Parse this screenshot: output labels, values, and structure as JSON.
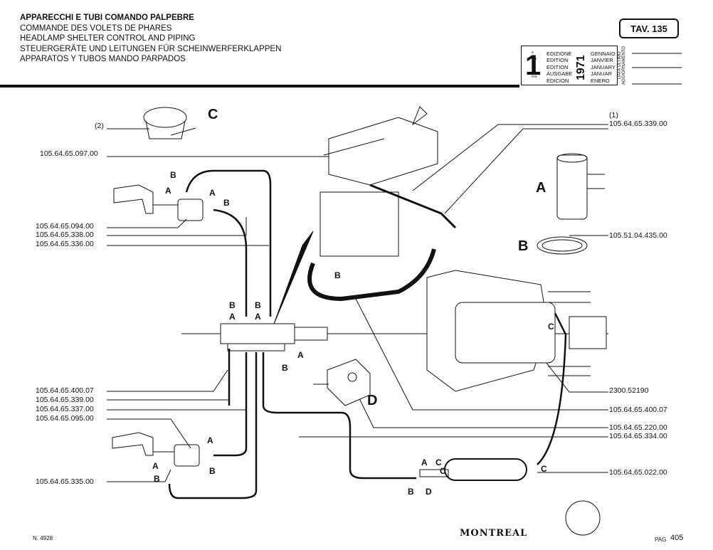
{
  "header": {
    "titles": [
      "APPARECCHI E TUBI COMANDO PALPEBRE",
      "COMMANDE DES VOLETS DE PHARES",
      "HEADLAMP SHELTER CONTROL AND PIPING",
      "STEUERGERÄTE UND LEITUNGEN FÜR SCHEINWERFERKLAPPEN",
      "APPARATOS Y TUBOS MANDO PARPADOS"
    ],
    "table": "TAV. 135",
    "edition_number": "1",
    "edition_suffixes": [
      "a",
      "ere",
      "st",
      ".",
      "era"
    ],
    "edition_words": [
      "EDIZIONE",
      "EDITION",
      "EDITION",
      "AUSGABE",
      "EDICION"
    ],
    "year": "1971",
    "months": [
      "GENNAIO",
      "JANVIER",
      "JANUARY",
      "JANUAR",
      "ENERO"
    ],
    "update_label": "DATA ULTIMO AGGIORNAMENTO"
  },
  "parts_left": {
    "note2": "(2)",
    "p1": "105.64.65.097.00",
    "p2": "105.64.65.094.00",
    "p3": "105.64.65.338.00",
    "p4": "105.64.65.336.00",
    "p5": "105.64.65.400.07",
    "p6": "105.64.65.339.00",
    "p7": "105.64.65.337.00",
    "p8": "105.64.65.095.00",
    "p9": "105.64.65.335.00"
  },
  "parts_right": {
    "note1": "(1)",
    "r1": "105.64.65.339.00",
    "r2": "105.51.04.435.00",
    "r3": "2300.52190",
    "r4": "105.64.65.400.07",
    "r5": "105.64.65.220.00",
    "r6": "105.64.65.334.00",
    "r7": "105.64.65.022.00"
  },
  "letters": {
    "A": "A",
    "B": "B",
    "C": "C",
    "D": "D"
  },
  "footer": {
    "code": "N. 4928",
    "brand": "MONTREAL",
    "page_label": "PAG",
    "page_number": "405"
  }
}
